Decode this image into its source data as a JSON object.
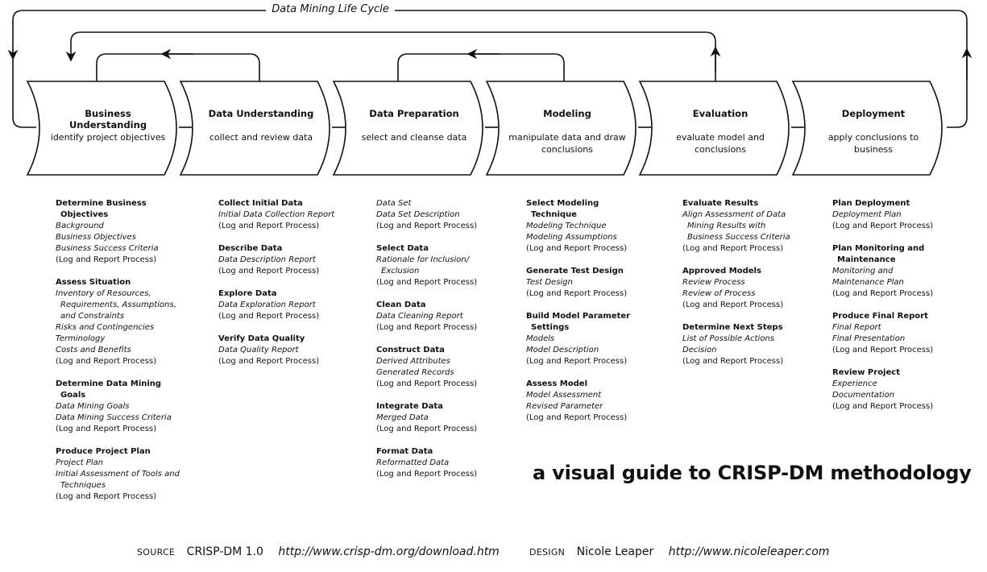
{
  "lifecycle_label": "Data Mining Life Cycle",
  "phases": [
    {
      "title": "Business Understanding",
      "desc": "identify project objectives"
    },
    {
      "title": "Data Understanding",
      "desc": "collect and review data"
    },
    {
      "title": "Data Preparation",
      "desc": "select and cleanse data"
    },
    {
      "title": "Modeling",
      "desc": "manipulate data and draw conclusions"
    },
    {
      "title": "Evaluation",
      "desc": "evaluate model and conclusions"
    },
    {
      "title": "Deployment",
      "desc": "apply conclusions to business"
    }
  ],
  "tasks": [
    [
      {
        "name": [
          "Determine Business",
          "Objectives"
        ],
        "outputs": [
          [
            "Background"
          ],
          [
            "Business Objectives"
          ],
          [
            "Business Success Criteria"
          ]
        ],
        "log": "(Log and Report Process)"
      },
      {
        "name": [
          "Assess Situation"
        ],
        "outputs": [
          [
            "Inventory of Resources,",
            "Requirements, Assumptions,",
            "and Constraints"
          ],
          [
            "Risks and Contingencies"
          ],
          [
            "Terminology"
          ],
          [
            "Costs and Benefits"
          ]
        ],
        "log": "(Log and Report Process)"
      },
      {
        "name": [
          "Determine Data Mining",
          "Goals"
        ],
        "outputs": [
          [
            "Data Mining Goals"
          ],
          [
            "Data Mining Success Criteria"
          ]
        ],
        "log": "(Log and Report Process)"
      },
      {
        "name": [
          "Produce Project Plan"
        ],
        "outputs": [
          [
            "Project Plan"
          ],
          [
            "Initial Assessment of Tools and",
            "Techniques"
          ]
        ],
        "log": "(Log and Report Process)"
      }
    ],
    [
      {
        "name": [
          "Collect Initial Data"
        ],
        "outputs": [
          [
            "Initial Data Collection Report"
          ]
        ],
        "log": "(Log and Report Process)"
      },
      {
        "name": [
          "Describe Data"
        ],
        "outputs": [
          [
            "Data Description Report"
          ]
        ],
        "log": "(Log and Report Process)"
      },
      {
        "name": [
          "Explore Data"
        ],
        "outputs": [
          [
            "Data Exploration Report"
          ]
        ],
        "log": "(Log and Report Process)"
      },
      {
        "name": [
          "Verify Data Quality"
        ],
        "outputs": [
          [
            "Data Quality Report"
          ]
        ],
        "log": "(Log and Report Process)"
      }
    ],
    [
      {
        "name": [],
        "outputs": [
          [
            "Data Set"
          ],
          [
            "Data Set Description"
          ]
        ],
        "log": "(Log and Report Process)"
      },
      {
        "name": [
          "Select Data"
        ],
        "outputs": [
          [
            "Rationale for Inclusion/",
            "Exclusion"
          ]
        ],
        "log": "(Log and Report Process)"
      },
      {
        "name": [
          "Clean Data"
        ],
        "outputs": [
          [
            "Data Cleaning Report"
          ]
        ],
        "log": "(Log and Report Process)"
      },
      {
        "name": [
          "Construct Data"
        ],
        "outputs": [
          [
            "Derived Attributes"
          ],
          [
            "Generated Records"
          ]
        ],
        "log": "(Log and Report Process)"
      },
      {
        "name": [
          "Integrate Data"
        ],
        "outputs": [
          [
            "Merged Data"
          ]
        ],
        "log": "(Log and Report Process)"
      },
      {
        "name": [
          "Format Data"
        ],
        "outputs": [
          [
            "Reformatted Data"
          ]
        ],
        "log": "(Log and Report Process)"
      }
    ],
    [
      {
        "name": [
          "Select Modeling",
          "Technique"
        ],
        "outputs": [
          [
            "Modeling Technique"
          ],
          [
            "Modeling Assumptions"
          ]
        ],
        "log": "(Log and Report Process)"
      },
      {
        "name": [
          "Generate Test Design"
        ],
        "outputs": [
          [
            "Test Design"
          ]
        ],
        "log": "(Log and Report Process)"
      },
      {
        "name": [
          "Build Model Parameter",
          "Settings"
        ],
        "outputs": [
          [
            "Models"
          ],
          [
            "Model Description"
          ]
        ],
        "log": "(Log and Report Process)"
      },
      {
        "name": [
          "Assess Model"
        ],
        "outputs": [
          [
            "Model Assessment"
          ],
          [
            "Revised Parameter"
          ]
        ],
        "log": "(Log and Report Process)"
      }
    ],
    [
      {
        "name": [
          "Evaluate Results"
        ],
        "outputs": [
          [
            "Align Assessment of Data",
            "Mining Results with",
            "Business Success Criteria"
          ]
        ],
        "log": "(Log and Report Process)"
      },
      {
        "name": [
          "Approved Models"
        ],
        "outputs": [
          [
            "Review Process"
          ],
          [
            "Review of Process"
          ]
        ],
        "log": "(Log and Report Process)"
      },
      {
        "name": [
          "Determine Next Steps"
        ],
        "outputs": [
          [
            "List of Possible Actions"
          ],
          [
            "Decision"
          ]
        ],
        "log": "(Log and Report Process)"
      }
    ],
    [
      {
        "name": [
          "Plan Deployment"
        ],
        "outputs": [
          [
            "Deployment Plan"
          ]
        ],
        "log": "(Log and Report Process)"
      },
      {
        "name": [
          "Plan Monitoring and",
          "Maintenance"
        ],
        "outputs": [
          [
            "Monitoring and"
          ],
          [
            "Maintenance Plan"
          ]
        ],
        "log": "(Log and Report Process)"
      },
      {
        "name": [
          "Produce Final Report"
        ],
        "outputs": [
          [
            "Final Report"
          ],
          [
            "Final Presentation"
          ]
        ],
        "log": "(Log and Report Process)"
      },
      {
        "name": [
          "Review Project"
        ],
        "outputs": [
          [
            "Experience"
          ],
          [
            "Documentation"
          ]
        ],
        "log": "(Log and Report Process)"
      }
    ]
  ],
  "tagline": "a visual guide to CRISP-DM methodology",
  "footer": {
    "source_label": "SOURCE",
    "source_name": "CRISP-DM 1.0",
    "source_url": "http://www.crisp-dm.org/download.htm",
    "design_label": "DESIGN",
    "designer": "Nicole Leaper",
    "designer_url": "http://www.nicoleleaper.com"
  }
}
